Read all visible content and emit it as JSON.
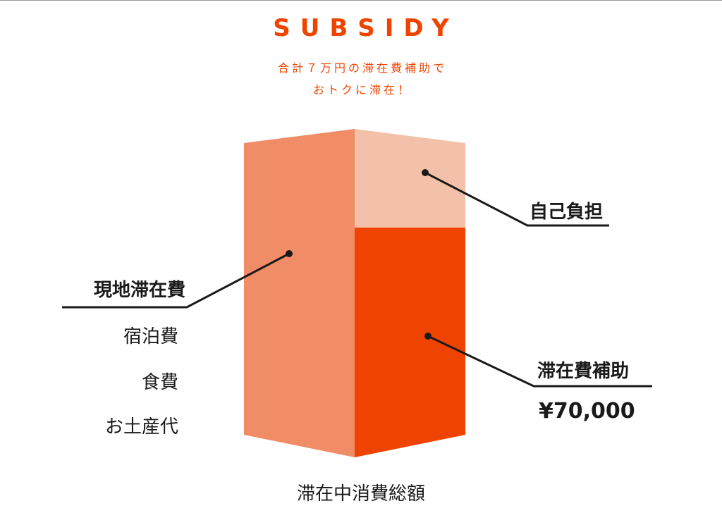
{
  "title": "SUBSIDY",
  "subtitle_line1": "合計７万円の滞在費補助で",
  "subtitle_line2": "おトクに滞在！",
  "labels": {
    "self_pay": "自己負担",
    "local_cost": "現地滞在費",
    "lodging": "宿泊費",
    "food": "食費",
    "souvenirs": "お土産代",
    "subsidy": "滞在費補助",
    "subsidy_amount": "¥70,000",
    "total": "滞在中消費総額"
  },
  "colors": {
    "accent": "#ee4400",
    "bar_side": "#f08c66",
    "bar_light": "#f3c1a9",
    "bar_dark": "#ef4301",
    "line": "#1a1a1a"
  }
}
